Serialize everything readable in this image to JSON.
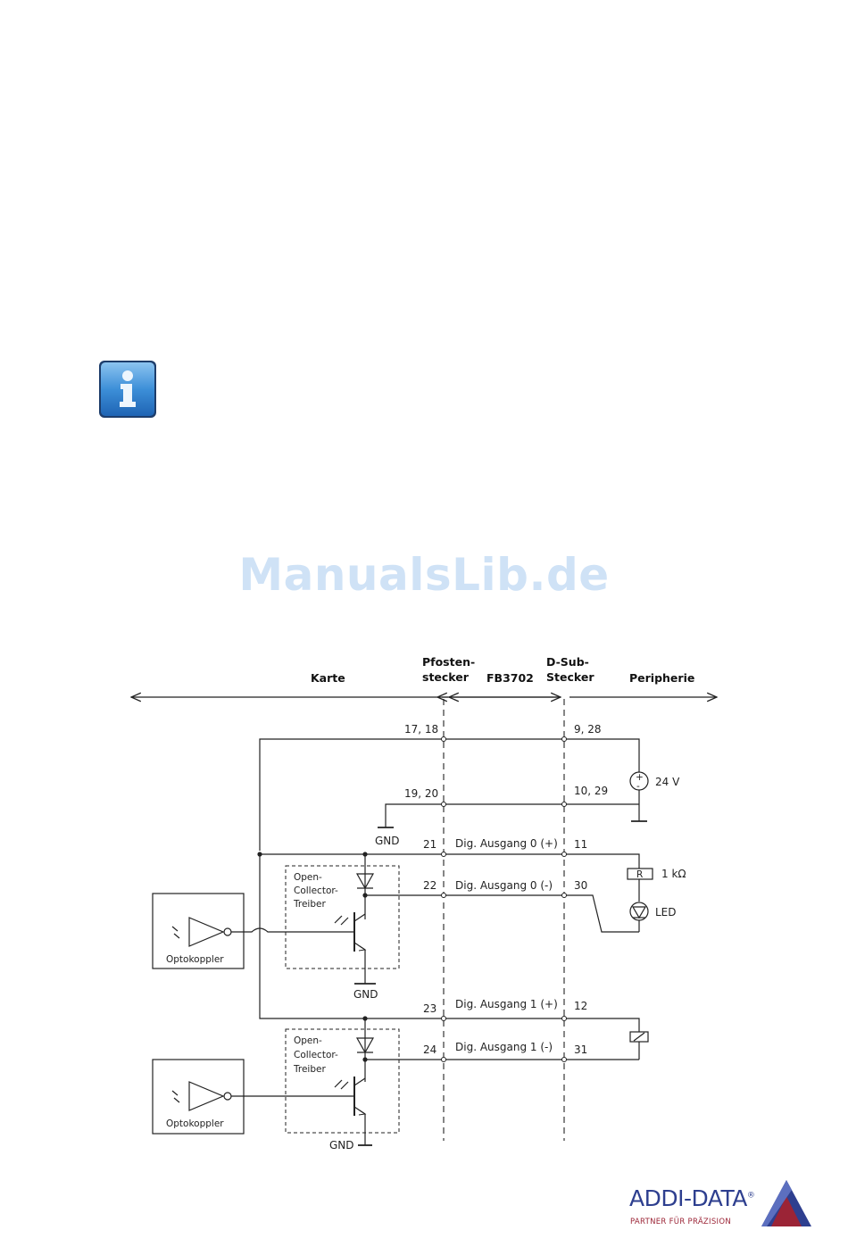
{
  "watermark": "ManualsLib.de",
  "icons": {
    "info": "info-icon"
  },
  "headers": {
    "karte": "Karte",
    "pfosten_1": "Pfosten-",
    "pfosten_2": "stecker",
    "fb": "FB3702",
    "dsub_1": "D-Sub-",
    "dsub_2": "Stecker",
    "peripherie": "Peripherie"
  },
  "pins": {
    "p1718": "17, 18",
    "p928": "9, 28",
    "p1920": "19, 20",
    "p1029": "10, 29",
    "p21": "21",
    "p11": "11",
    "p22": "22",
    "p30": "30",
    "p23": "23",
    "p12": "12",
    "p24": "24",
    "p31": "31"
  },
  "signals": {
    "dig0p": "Dig. Ausgang 0 (+)",
    "dig0m": "Dig. Ausgang 0 (-)",
    "dig1p": "Dig. Ausgang 1 (+)",
    "dig1m": "Dig. Ausgang 1 (-)"
  },
  "components": {
    "supply": "24 V",
    "supply_plus": "+",
    "supply_minus": "-",
    "resistor": "R",
    "resistor_value": "1 kΩ",
    "led": "LED",
    "gnd": "GND",
    "opto": "Optokoppler",
    "oc_1": "Open-",
    "oc_2": "Collector-",
    "oc_3": "Treiber"
  },
  "logo": {
    "name": "ADDI-DATA",
    "registered": "®",
    "tagline": "PARTNER FÜR PRÄZISION",
    "colors": {
      "blue": "#2e3f8f",
      "red": "#9b2436"
    }
  }
}
